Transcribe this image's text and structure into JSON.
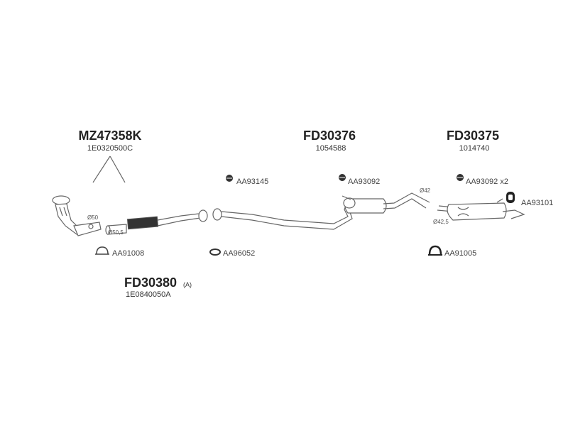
{
  "parts": {
    "catalyst": {
      "number": "MZ47358K",
      "oe": "1E0320500C"
    },
    "front_pipe": {
      "number": "FD30380",
      "suffix": "(A)",
      "oe": "1E0840050A"
    },
    "center_muffler": {
      "number": "FD30376",
      "oe": "1054588"
    },
    "rear_muffler": {
      "number": "FD30375",
      "oe": "1014740"
    }
  },
  "fittings": [
    {
      "code": "AA93145",
      "icon": "rubber-hanger-icon"
    },
    {
      "code": "AA93092",
      "icon": "rubber-hanger-icon"
    },
    {
      "code": "AA93092 x2",
      "icon": "rubber-hanger-icon"
    },
    {
      "code": "AA93101",
      "icon": "rubber-mount-icon"
    },
    {
      "code": "AA91008",
      "icon": "clamp-icon"
    },
    {
      "code": "AA96052",
      "icon": "gasket-icon"
    },
    {
      "code": "AA91005",
      "icon": "clamp-icon"
    }
  ],
  "dimensions": [
    "Ø50",
    "Ø50,5",
    "Ø42",
    "Ø42,5"
  ]
}
